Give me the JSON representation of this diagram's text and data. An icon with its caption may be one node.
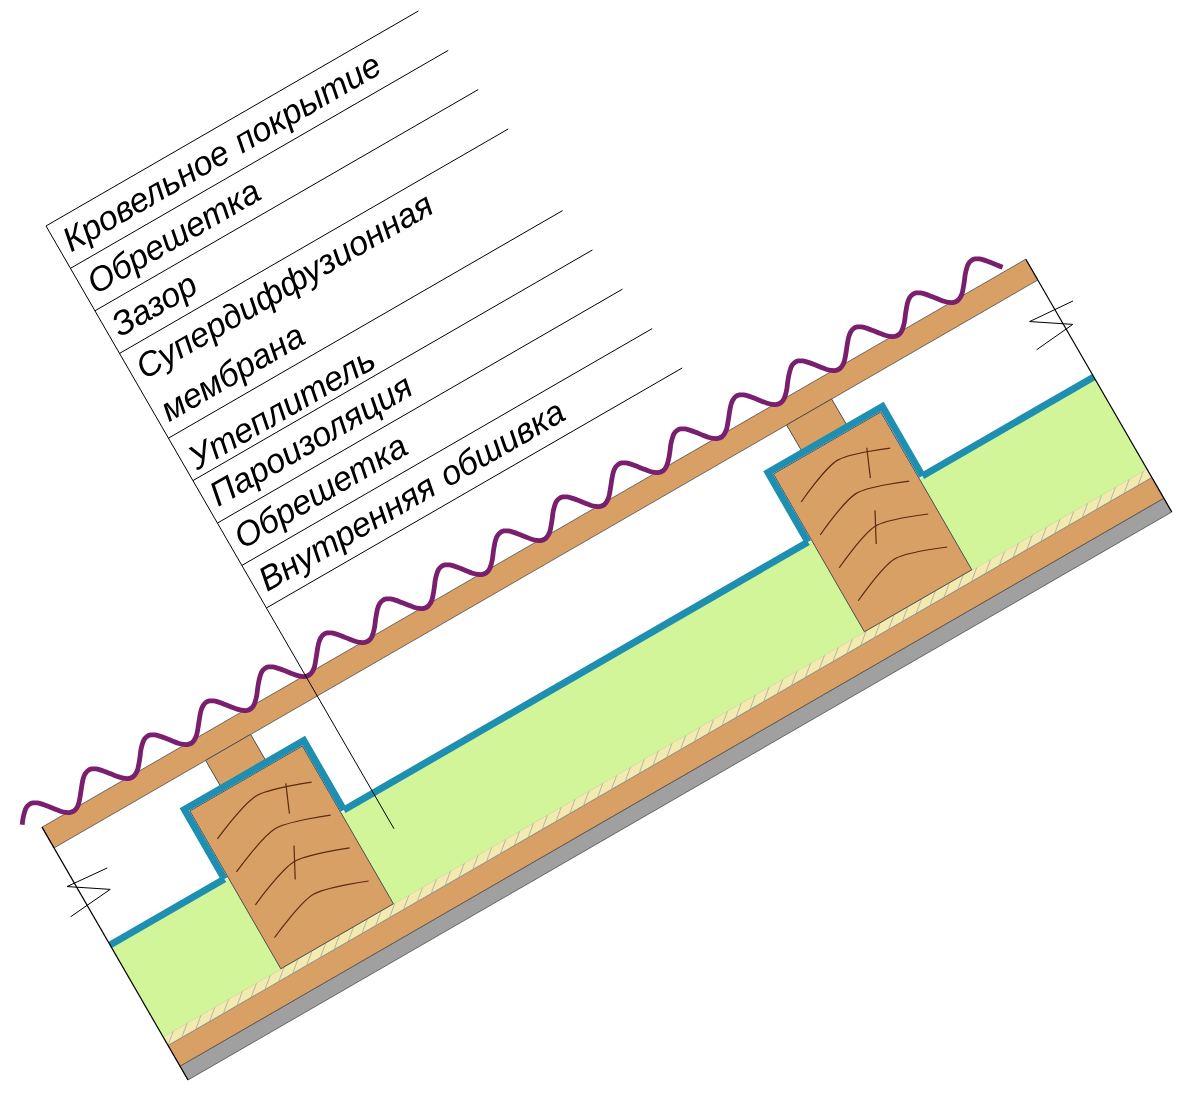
{
  "diagram": {
    "labels": [
      "Кровельное покрытие",
      "Обрешетка",
      "Зазор",
      "Супердиффузионная мембрана",
      "Утеплитель",
      "Пароизоляция",
      "Обрешетка",
      "Внутренняя обшивка"
    ]
  }
}
